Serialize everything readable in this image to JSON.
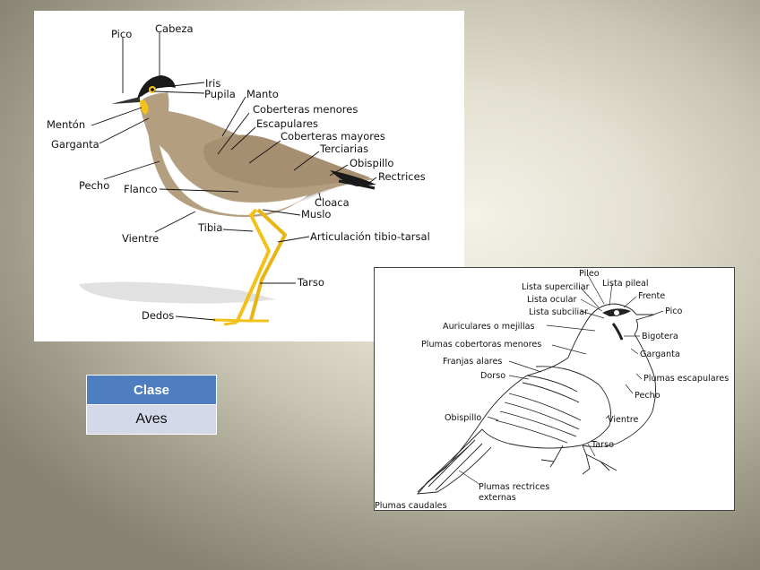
{
  "diagram1": {
    "labels": {
      "pico": "Pico",
      "cabeza": "Cabeza",
      "iris": "Iris",
      "pupila": "Pupila",
      "manto": "Manto",
      "coberteras_menores": "Coberteras menores",
      "menton": "Mentón",
      "escapulares": "Escapulares",
      "coberteras_mayores": "Coberteras mayores",
      "garganta": "Garganta",
      "terciarias": "Terciarias",
      "obispillo": "Obispillo",
      "rectrices": "Rectrices",
      "pecho": "Pecho",
      "flanco": "Flanco",
      "cloaca": "Cloaca",
      "muslo": "Muslo",
      "vientre": "Vientre",
      "tibia": "Tibia",
      "articulacion": "Articulación tibio-tarsal",
      "tarso": "Tarso",
      "dedos": "Dedos"
    },
    "colors": {
      "body": "#b39e7f",
      "wing": "#a58f70",
      "legs": "#f2c21a",
      "eye_ring": "#f2c21a",
      "tail_tip": "#1a1a1a"
    }
  },
  "diagram2": {
    "labels": {
      "pileo": "Pileo",
      "lista_superciliar": "Lista superciliar",
      "lista_pileal": "Lista pileal",
      "lista_ocular": "Lista ocular",
      "frente": "Frente",
      "lista_subciliar": "Lista subciliar",
      "pico": "Pico",
      "auriculares": "Auriculares o mejillas",
      "bigotera": "Bigotera",
      "plumas_cobertoras_menores": "Plumas cobertoras menores",
      "garganta": "Garganta",
      "franjas_alares": "Franjas alares",
      "dorso": "Dorso",
      "plumas_escapulares": "Plumas escapulares",
      "pecho": "Pecho",
      "obispillo": "Obispillo",
      "vientre": "Vientre",
      "tarso": "Tarso",
      "plumas_rectrices_1": "Plumas rectrices",
      "plumas_rectrices_2": "externas",
      "plumas_caudales": "Plumas caudales"
    }
  },
  "classification": {
    "header": "Clase",
    "value": "Aves"
  }
}
